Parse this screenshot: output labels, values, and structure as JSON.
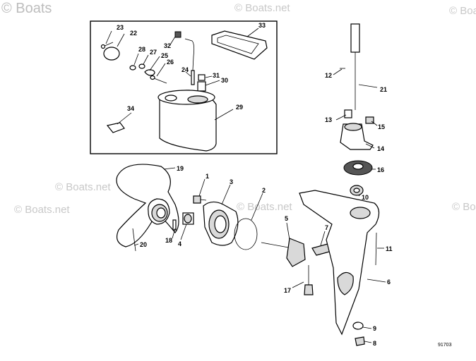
{
  "watermark": {
    "corner_text": "© Boats",
    "tile_text": "© Boats.net"
  },
  "drawing_code": "91703",
  "callouts": [
    "1",
    "2",
    "3",
    "4",
    "5",
    "6",
    "7",
    "8",
    "9",
    "10",
    "11",
    "12",
    "13",
    "14",
    "15",
    "16",
    "17",
    "18",
    "19",
    "20",
    "21",
    "22",
    "23",
    "24",
    "25",
    "26",
    "27",
    "28",
    "29",
    "30",
    "31",
    "32",
    "33",
    "34"
  ]
}
